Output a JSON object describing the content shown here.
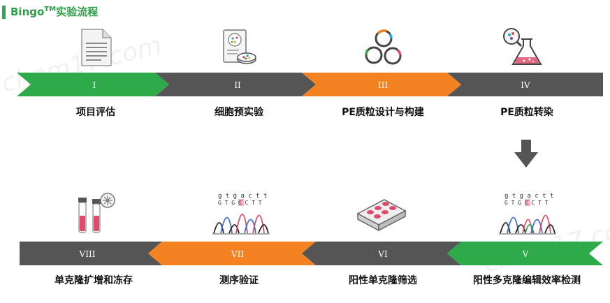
{
  "title": {
    "main": "Bingo",
    "tm": "TM",
    "suffix": "实验流程"
  },
  "steps": [
    {
      "numeral": "I",
      "label": "项目评估",
      "color": "#2eaa4a"
    },
    {
      "numeral": "II",
      "label": "细胞预实验",
      "color": "#555555"
    },
    {
      "numeral": "III",
      "label": "PE质粒设计与构建",
      "color": "#f58220"
    },
    {
      "numeral": "IV",
      "label": "PE质粒转染",
      "color": "#555555"
    },
    {
      "numeral": "V",
      "label": "阳性多克隆编辑效率检测",
      "color": "#2eaa4a"
    },
    {
      "numeral": "VI",
      "label": "阳性单克隆筛选",
      "color": "#555555"
    },
    {
      "numeral": "VII",
      "label": "测序验证",
      "color": "#f58220"
    },
    {
      "numeral": "VIII",
      "label": "单克隆扩增和冻存",
      "color": "#555555"
    }
  ],
  "sequence": {
    "lower": "g t g a c t t",
    "upper": "G T G C C T T",
    "highlight": "C"
  },
  "watermark": "chem17.com"
}
